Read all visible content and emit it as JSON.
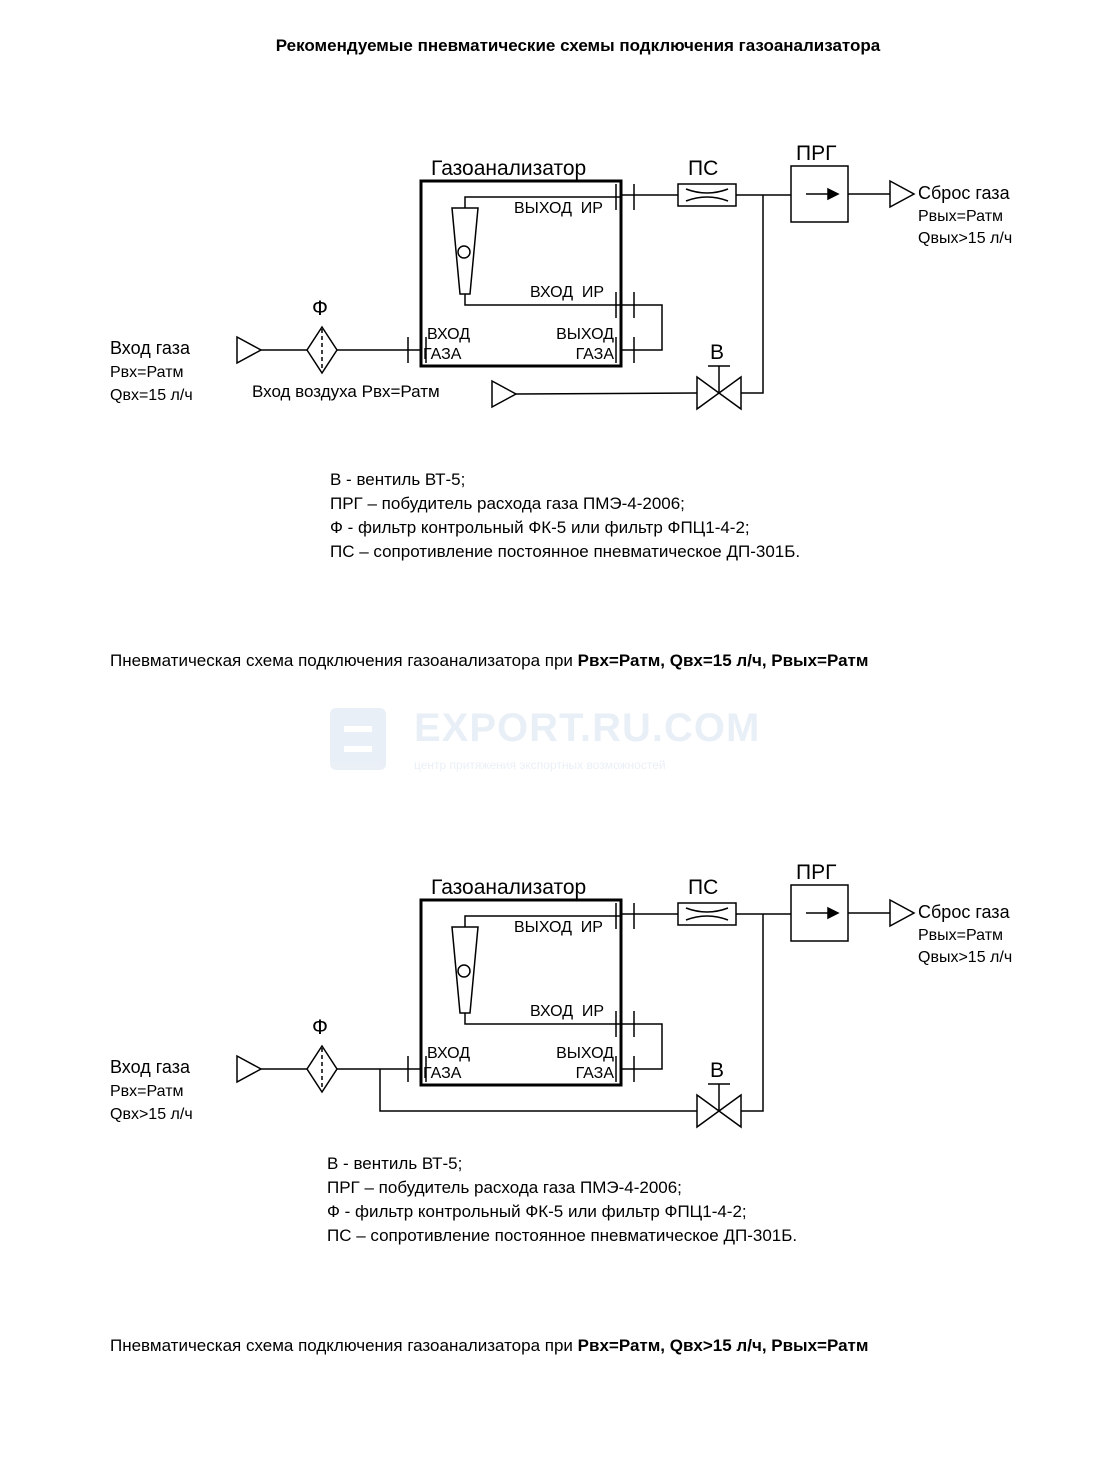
{
  "page": {
    "title": "Рекомендуемые пневматические схемы подключения газоанализатора"
  },
  "labels": {
    "analyzer": "Газоанализатор",
    "out_ir": "ВЫХОД  ИР",
    "in_ir": "ВХОД  ИР",
    "in_gas_1": "ВХОД",
    "in_gas_2": "ГАЗА",
    "out_gas_1": "ВЫХОД",
    "out_gas_2": "ГАЗА",
    "ps": "ПС",
    "prg": "ПРГ",
    "filter": "Ф",
    "valve": "В",
    "inlet_title": "Вход газа",
    "p_in": "Рвх=Ратм",
    "dump_title": "Сброс газа",
    "p_out": "Рвых=Ратм",
    "q_out": "Qвых>15 л/ч",
    "air_inlet": "Вход воздуха Рвх=Ратм"
  },
  "schemes": [
    {
      "q_in": "Qвх=15 л/ч",
      "legend": [
        "В - вентиль ВТ-5;",
        "ПРГ – побудитель расхода газа ПМЭ-4-2006;",
        "Ф - фильтр контрольный ФК-5 или фильтр ФПЦ1-4-2;",
        "ПС – сопротивление постоянное пневматическое ДП-301Б."
      ],
      "caption_prefix": "Пневматическая схема подключения газоанализатора при ",
      "caption_bold": "Рвх=Ратм, Qвх=15 л/ч, Рвых=Ратм"
    },
    {
      "q_in": "Qвх>15 л/ч",
      "legend": [
        "В - вентиль ВТ-5;",
        "ПРГ – побудитель расхода газа ПМЭ-4-2006;",
        "Ф - фильтр контрольный ФК-5 или фильтр ФПЦ1-4-2;",
        "ПС – сопротивление постоянное пневматическое ДП-301Б."
      ],
      "caption_prefix": "Пневматическая схема подключения газоанализатора при ",
      "caption_bold": "Рвх=Ратм, Qвх>15 л/ч, Рвых=Ратм"
    }
  ],
  "watermark": {
    "text": "EXPORT.RU.COM",
    "subtext": "центр притяжения экспортных возможностей"
  }
}
